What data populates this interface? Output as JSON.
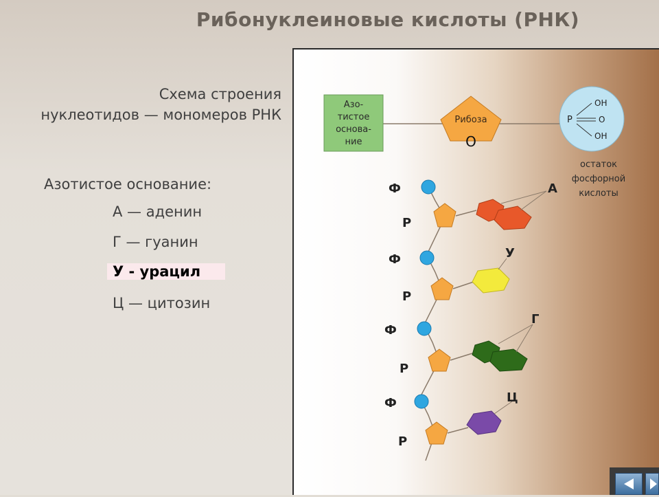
{
  "slide": {
    "title": "Рибонуклеиновые кислоты (РНК)",
    "schema_title_line1": "Схема строения",
    "schema_title_line2": "нуклеотидов — мономеров РНК"
  },
  "legend": {
    "heading": "Азотистое основание:",
    "items": [
      "А — аденин",
      "Г — гуанин",
      "Ц — цитозин"
    ],
    "highlighted": "У - урацил"
  },
  "diagram": {
    "base_box_lines": [
      "Азо-",
      "тистое",
      "основа-",
      "ние"
    ],
    "ribose_label": "Рибоза",
    "oxygen_label": "О",
    "phosphate": {
      "p": "P",
      "oh1": "OH",
      "o": "O",
      "oh2": "OH"
    },
    "phosphate_caption": [
      "остаток",
      "фосфорной",
      "кислоты"
    ],
    "phosphate_marker": "Ф",
    "ribose_marker": "Р",
    "nucleotides": [
      {
        "base_label": "А",
        "color": "#e8582a",
        "rings": 2
      },
      {
        "base_label": "У",
        "color": "#f3ea3c",
        "rings": 1
      },
      {
        "base_label": "Г",
        "color": "#2e6b1a",
        "rings": 2
      },
      {
        "base_label": "Ц",
        "color": "#7a4aa8",
        "rings": 1
      }
    ],
    "colors": {
      "base_box": "#8fc97a",
      "ribose": "#f5a742",
      "phosphate_circle": "#bfe3f2",
      "phosphate_dot": "#2fa6e0"
    }
  },
  "nav": {
    "prev_icon": "arrow-left-icon",
    "next_icon": "arrow-right-icon"
  }
}
